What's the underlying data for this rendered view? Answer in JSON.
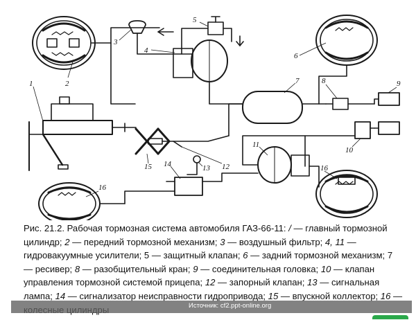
{
  "diagram": {
    "labels": [
      "1",
      "2",
      "3",
      "4",
      "5",
      "6",
      "7",
      "8",
      "9",
      "10",
      "11",
      "12",
      "13",
      "14",
      "15",
      "16",
      "16"
    ]
  },
  "caption": {
    "p1": "Рис. 21.2. Рабочая тормозная система автомобиля ГАЗ-66-11: ",
    "n1": "/",
    "p2": " — главный тормозной цилиндр; ",
    "n2": "2",
    "p3": " — передний тормозной механизм; ",
    "n3": "3",
    "p4": " — воздушный фильтр; ",
    "n4": "4, 11",
    "p5": " — гидровакуумные усилители; 5 — защитный клапан; ",
    "n6": "6",
    "p6": " — задний тормозной механизм; 7 — ресивер; ",
    "n8": "8",
    "p7": " — разобщительный кран; ",
    "n9": "9",
    "p8": " — соединительная головка; ",
    "n10": "10",
    "p9": " — клапан управления тормозной системой прицепа; ",
    "n12": "12",
    "p10": " — запорный клапан; ",
    "n13": "13",
    "p11": " — сигнальная лампа; ",
    "n14": "14",
    "p12": " — сигнализатор неисправности гидропривода; ",
    "n15": "15",
    "p13": " — впускной коллектор; ",
    "n16": "16",
    "p14": " — колесные цилиндры"
  },
  "source": {
    "text": "Источник: cf2.ppt-online.org"
  },
  "colors": {
    "ink": "#1a1a1a",
    "source_bar": "#5f5f5f",
    "accent": "#2aa84a"
  }
}
